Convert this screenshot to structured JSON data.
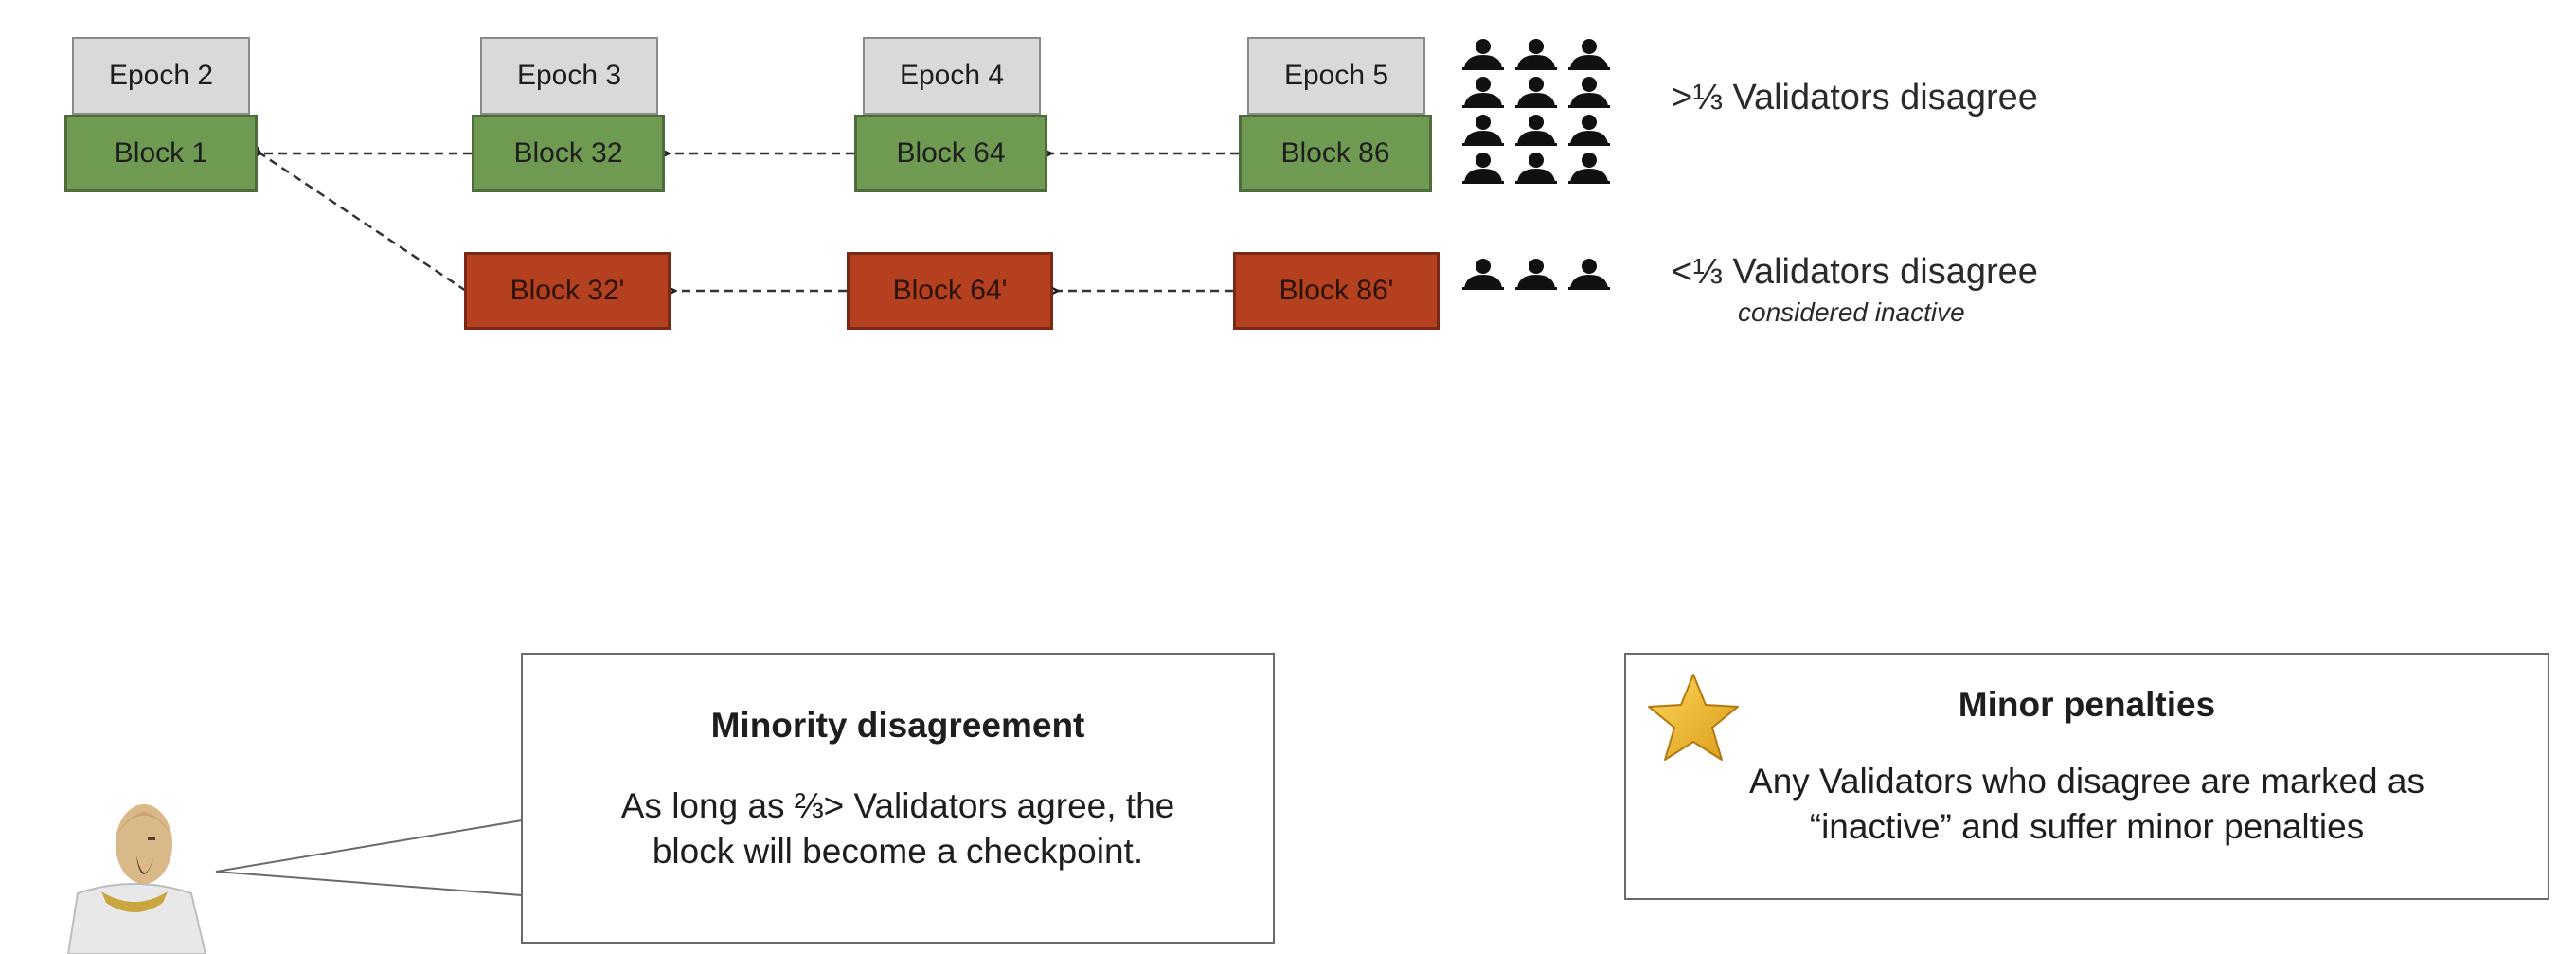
{
  "epochs": [
    {
      "label": "Epoch 2"
    },
    {
      "label": "Epoch 3"
    },
    {
      "label": "Epoch 4"
    },
    {
      "label": "Epoch 5"
    }
  ],
  "main_chain": [
    {
      "label": "Block 1"
    },
    {
      "label": "Block 32"
    },
    {
      "label": "Block 64"
    },
    {
      "label": "Block 86"
    }
  ],
  "fork_chain": [
    {
      "label": "Block 32'"
    },
    {
      "label": "Block 64'"
    },
    {
      "label": "Block 86'"
    }
  ],
  "majority": {
    "text": ">⅓ Validators disagree"
  },
  "minority": {
    "text": "<⅓ Validators disagree",
    "note": "considered inactive"
  },
  "speech": {
    "title": "Minority disagreement",
    "line1": "As long as ⅔> Validators agree, the",
    "line2": "block will become a checkpoint."
  },
  "penalties": {
    "title": "Minor penalties",
    "line1": "Any Validators who disagree are marked as",
    "line2": "“inactive” and suffer minor penalties"
  },
  "colors": {
    "green_block": "#6f9a52",
    "red_block": "#b5401f",
    "epoch_box": "#d9d9d9",
    "star": "#f2b730"
  },
  "icons": {
    "validator": "person-icon",
    "star": "star-icon",
    "avatar": "wizard-avatar"
  }
}
